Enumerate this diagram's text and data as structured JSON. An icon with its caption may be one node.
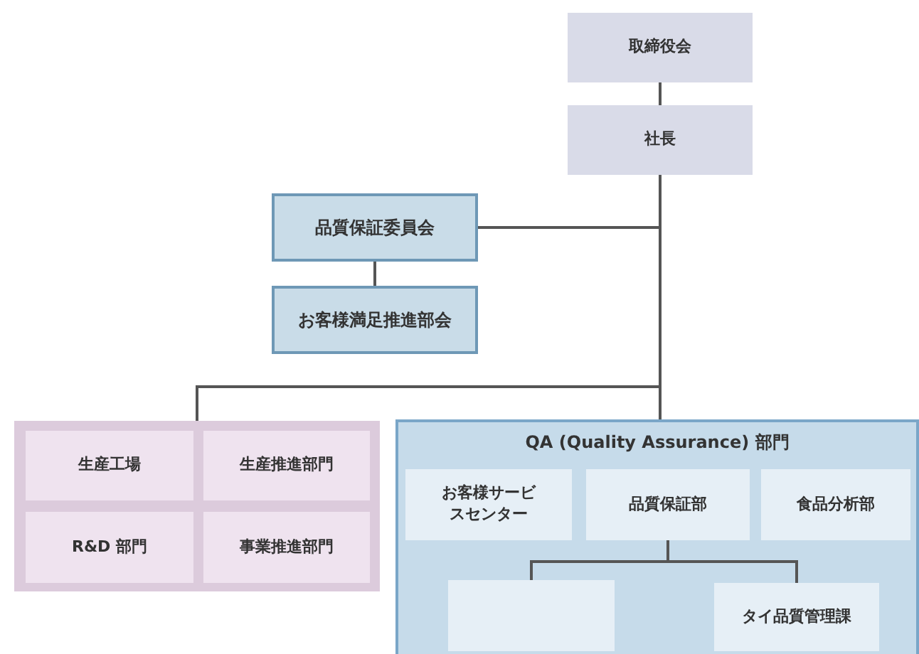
{
  "diagram": {
    "nodes": [
      {
        "text": [
          "取締役会"
        ]
      },
      {
        "text": [
          "社長"
        ]
      },
      {
        "text": [
          "品質保証委員会"
        ]
      },
      {
        "text": [
          "お客様満足推進部会"
        ]
      },
      {
        "text": [],
        "shape": "box"
      },
      {
        "text": [
          "生産工場"
        ],
        "in": 4
      },
      {
        "text": [
          "生産推進部門"
        ],
        "in": 4
      },
      {
        "text": [
          "R&D 部門"
        ],
        "in": 4
      },
      {
        "text": [
          "事業推進部門"
        ],
        "in": 4
      },
      {
        "text": [
          "QA (Quality Assurance) 部門"
        ]
      },
      {
        "text": [
          "お客様サービスセンター"
        ],
        "in": 9
      },
      {
        "text": [
          "品質保証部"
        ],
        "in": 9
      },
      {
        "text": [
          "食品分析部"
        ],
        "in": 9
      },
      {
        "text": [],
        "shape": "box",
        "in": 9
      },
      {
        "text": [
          "タイ品質管理課"
        ],
        "in": 9
      }
    ],
    "edges": [
      {
        "from": 0,
        "to": 1,
        "arrow": "none"
      },
      {
        "from": 1,
        "to": 2,
        "arrow": "none"
      },
      {
        "from": 1,
        "to": 4,
        "arrow": "none"
      },
      {
        "from": 1,
        "to": 9,
        "arrow": "none"
      },
      {
        "from": 2,
        "to": 3,
        "arrow": "none"
      },
      {
        "from": 11,
        "to": 13,
        "arrow": "none"
      },
      {
        "from": 11,
        "to": 14,
        "arrow": "none"
      }
    ]
  }
}
